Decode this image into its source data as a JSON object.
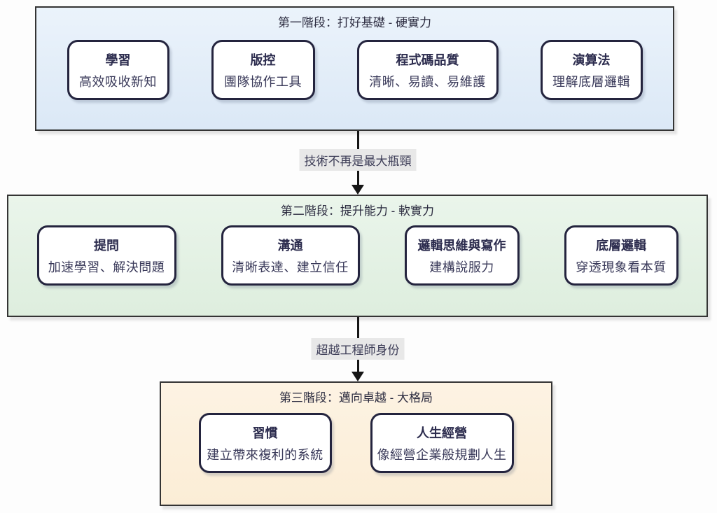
{
  "diagram": {
    "type": "three-stage-roadmap-flowchart",
    "language": "zh-TW"
  },
  "stages": [
    {
      "title": "第一階段：打好基礎 - 硬實力",
      "background": "#e3eef9",
      "cards": [
        {
          "title": "學習",
          "subtitle": "高效吸收新知"
        },
        {
          "title": "版控",
          "subtitle": "團隊協作工具"
        },
        {
          "title": "程式碼品質",
          "subtitle": "清晰、易讀、易維護"
        },
        {
          "title": "演算法",
          "subtitle": "理解底層邏輯"
        }
      ]
    },
    {
      "title": "第二階段：提升能力 - 軟實力",
      "background": "#e4f1e5",
      "cards": [
        {
          "title": "提問",
          "subtitle": "加速學習、解決問題"
        },
        {
          "title": "溝通",
          "subtitle": "清晰表達、建立信任"
        },
        {
          "title": "邏輯思維與寫作",
          "subtitle": "建構說服力"
        },
        {
          "title": "底層邏輯",
          "subtitle": "穿透現象看本質"
        }
      ]
    },
    {
      "title": "第三階段：邁向卓越 - 大格局",
      "background": "#fdf0dd",
      "cards": [
        {
          "title": "習慣",
          "subtitle": "建立帶來複利的系統"
        },
        {
          "title": "人生經營",
          "subtitle": "像經營企業般規劃人生"
        }
      ]
    }
  ],
  "connectors": [
    {
      "label": "技術不再是最大瓶頸"
    },
    {
      "label": "超越工程師身份"
    }
  ],
  "colors": {
    "page_background": "#fdfdfd",
    "stage_border": "#343434",
    "card_background": "#ffffff",
    "card_border": "#24243e",
    "text_dark_navy": "#2c2c4e",
    "connector_label_background": "#e8e8e8",
    "arrow": "#161616"
  }
}
